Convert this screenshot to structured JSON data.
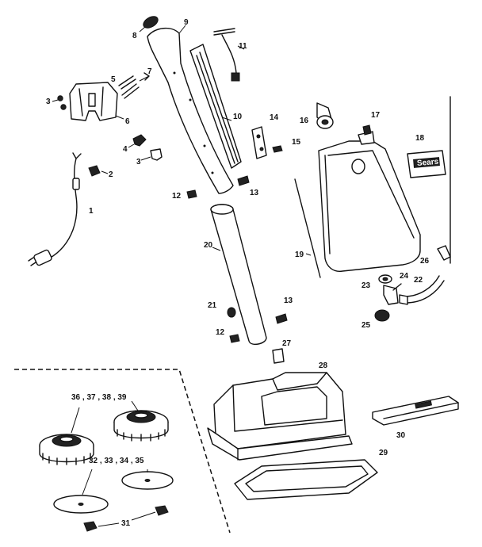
{
  "diagram": {
    "decal_text": "Sears",
    "callouts": {
      "c1": "1",
      "c2": "2",
      "c3a": "3",
      "c3b": "3",
      "c4": "4",
      "c5": "5",
      "c6": "6",
      "c7": "7",
      "c8": "8",
      "c9": "9",
      "c10": "10",
      "c11": "11",
      "c12a": "12",
      "c12b": "12",
      "c13a": "13",
      "c13b": "13",
      "c14": "14",
      "c15": "15",
      "c16": "16",
      "c17": "17",
      "c18": "18",
      "c19": "19",
      "c20": "20",
      "c21": "21",
      "c22": "22",
      "c23": "23",
      "c24": "24",
      "c25": "25",
      "c26": "26",
      "c27": "27",
      "c28": "28",
      "c29": "29",
      "c30": "30",
      "c31": "31",
      "c32_35": "32 , 33 , 34 , 35",
      "c36_39": "36 , 37 , 38 , 39"
    }
  }
}
